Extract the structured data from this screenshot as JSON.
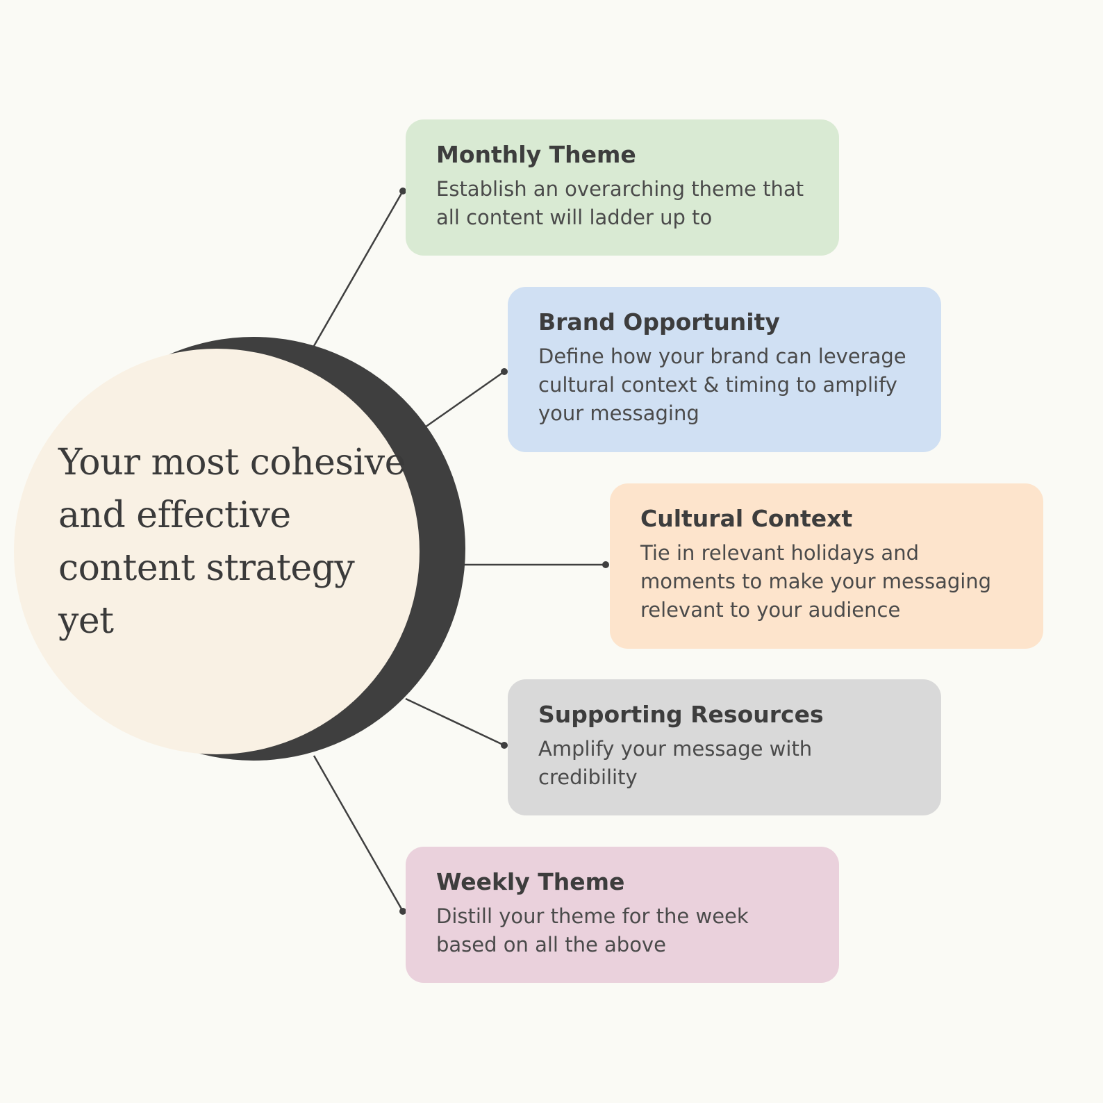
{
  "hub": {
    "text": "Your most cohesive and effective content strategy yet"
  },
  "cards": [
    {
      "title": "Monthly Theme",
      "description": "Establish an overarching theme that all content will ladder up to",
      "color": "#d9ead3"
    },
    {
      "title": "Brand Opportunity",
      "description": "Define how your brand can leverage cultural context & timing to amplify your messaging",
      "color": "#d0e0f3"
    },
    {
      "title": "Cultural Context",
      "description": "Tie in relevant holidays and moments to make your messaging relevant to your audience",
      "color": "#fde4cc"
    },
    {
      "title": "Supporting Resources",
      "description": "Amplify your message with credibility",
      "color": "#d9d9d9"
    },
    {
      "title": "Weekly Theme",
      "description": "Distill your theme for the week based on all the above",
      "color": "#ead1dc"
    }
  ],
  "colors": {
    "background": "#fafaf5",
    "hub_fill": "#f9f1e4",
    "hub_ring": "#3f3f3f",
    "connector": "#3f3f3f"
  }
}
